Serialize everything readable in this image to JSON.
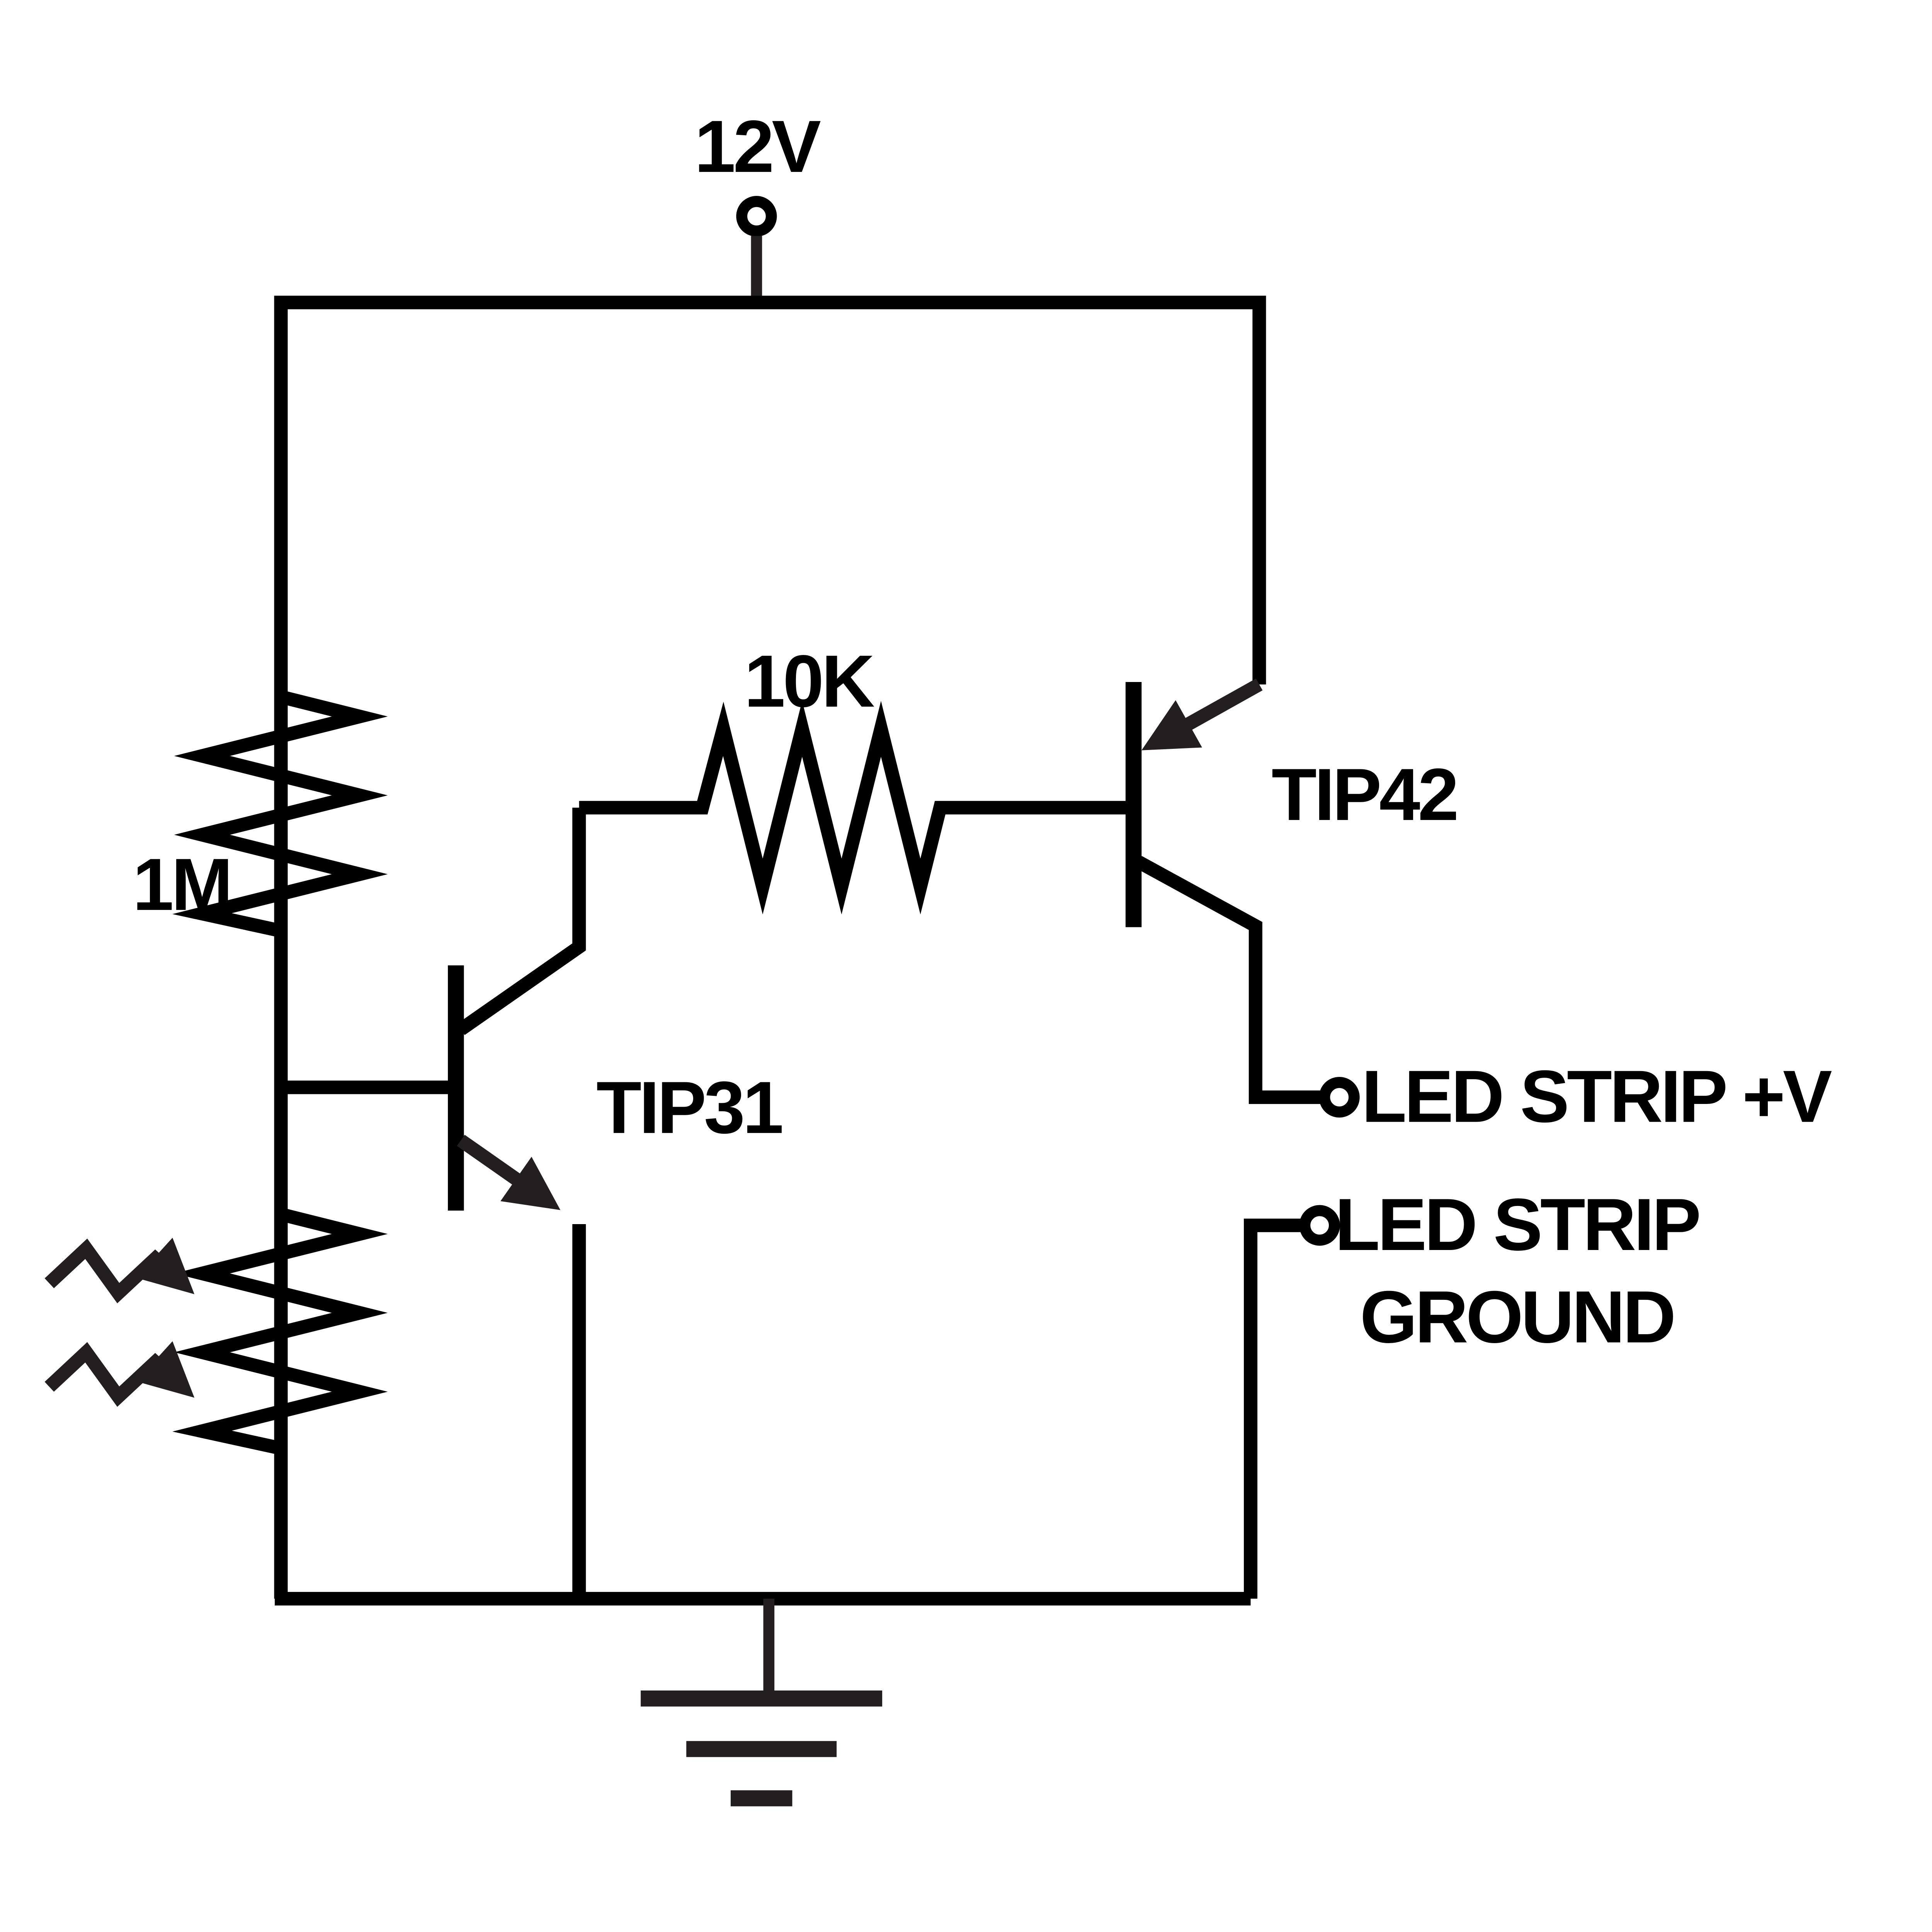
{
  "schematic": {
    "background": "#ffffff",
    "line_color": "#000000",
    "accent_color": "#231f20",
    "labels": {
      "supply": "12V",
      "r_divider": "1M",
      "r_base": "10K",
      "q_npn": "TIP31",
      "q_pnp": "TIP42",
      "out_positive": "LED STRIP +V",
      "out_ground_line1": "LED STRIP",
      "out_ground_line2": "GROUND"
    },
    "components": [
      {
        "id": "supply-terminal",
        "type": "open circle terminal",
        "label": "12V"
      },
      {
        "id": "resistor-1m",
        "type": "resistor",
        "label": "1M"
      },
      {
        "id": "photoresistor-ldr",
        "type": "photoresistor with incident light arrows"
      },
      {
        "id": "resistor-10k",
        "type": "resistor",
        "label": "10K"
      },
      {
        "id": "transistor-tip31",
        "type": "NPN transistor",
        "label": "TIP31"
      },
      {
        "id": "transistor-tip42",
        "type": "PNP transistor",
        "label": "TIP42"
      },
      {
        "id": "led-strip-positive-terminal",
        "type": "open circle terminal",
        "label": "LED STRIP +V"
      },
      {
        "id": "led-strip-ground-terminal",
        "type": "open circle terminal",
        "label": "LED STRIP GROUND"
      },
      {
        "id": "earth-ground",
        "type": "earth ground symbol"
      }
    ]
  }
}
